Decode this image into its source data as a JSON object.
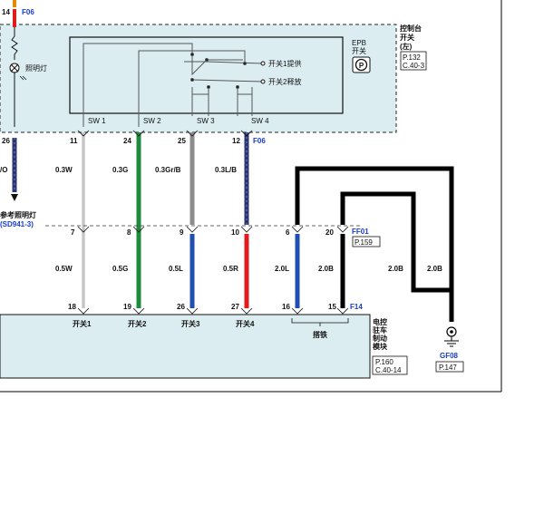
{
  "connectors_top": {
    "f06_left": "F06",
    "f06_mid": "F06",
    "pin14": "14",
    "pin26": "26"
  },
  "console_switch": {
    "title_line1": "控制台",
    "title_line2": "开关",
    "title_line3": "(左)",
    "ref_page": "P.132",
    "ref_code": "C.40-3",
    "epb_line1": "EPB",
    "epb_line2": "开关",
    "lamp_label": "照明灯",
    "switch1_label": "开关1提供",
    "switch2_label": "开关2释放"
  },
  "sw_labels": [
    "SW 1",
    "SW 2",
    "SW 3",
    "SW 4"
  ],
  "upper_pins": [
    "11",
    "24",
    "25",
    "12"
  ],
  "upper_wires": [
    "0.3W",
    "0.3G",
    "0.3Gr/B",
    "0.3L/B"
  ],
  "mid_pins": [
    "7",
    "8",
    "9",
    "10",
    "6",
    "20"
  ],
  "lower_wires": [
    "0.5W",
    "0.5G",
    "0.5L",
    "0.5R",
    "2.0L",
    "2.0B",
    "2.0B",
    "2.0B"
  ],
  "bottom_pins": [
    "18",
    "19",
    "26",
    "27",
    "16",
    "15"
  ],
  "left_side": {
    "io_label": "/O",
    "ref_lamp": "参考照明灯",
    "ref_code": "(SD941-3)"
  },
  "ff01": {
    "code": "FF01",
    "page": "P.159"
  },
  "ecu": {
    "connector": "F14",
    "sw_labels": [
      "开关1",
      "开关2",
      "开关3",
      "开关4"
    ],
    "ground_label": "搭铁",
    "title_line1": "电控",
    "title_line2": "驻车",
    "title_line3": "制动",
    "title_line4": "模块",
    "ref_page": "P.160",
    "ref_code": "C.40-14"
  },
  "ground": {
    "code": "GF08",
    "page": "P.147"
  },
  "colors": {
    "console_fill": "#dcedf2",
    "ecu_fill": "#dcedf2",
    "wire_white": "#d8d8d8",
    "wire_green": "#1d8a3c",
    "wire_gray": "#8c8c8c",
    "wire_blue": "#1f4fb0",
    "wire_navy": "#2a3470",
    "wire_red": "#e11b1b",
    "wire_black": "#000000",
    "label_blue": "#1a3cc8"
  }
}
